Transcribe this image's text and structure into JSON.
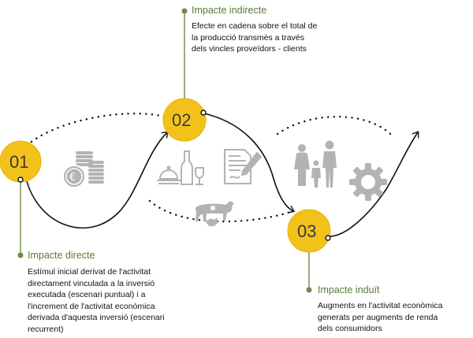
{
  "colors": {
    "accent_circle": "#f2c21b",
    "accent_circle_border": "#e0a800",
    "green_text": "#5a7a3a",
    "green_line": "#6e8b4a",
    "icon_gray": "#b3b3b3",
    "curve": "#111111"
  },
  "steps": [
    {
      "number": "01",
      "title": "Impacte directe",
      "description": [
        "Estímul inicial derivat de l'activitat",
        "directament vinculada a la inversió",
        "executada (escenari puntual) i a",
        "l'increment de l'activitat econòmica",
        "derivada d'aquesta inversió (escenari",
        "recurrent)"
      ]
    },
    {
      "number": "02",
      "title": "Impacte indirecte",
      "description": [
        "Efecte en cadena sobre el total de",
        "la producció transmès a través",
        "dels vincles proveïdors - clients"
      ]
    },
    {
      "number": "03",
      "title": "Impacte induït",
      "description": [
        "Augments en l'activitat econòmica",
        "generats per augments de renda",
        "dels consumidors"
      ]
    }
  ],
  "icons": [
    "coins-euro-icon",
    "food-wine-icon",
    "contract-signature-icon",
    "cow-chicken-icon",
    "family-icon",
    "gear-icon"
  ]
}
